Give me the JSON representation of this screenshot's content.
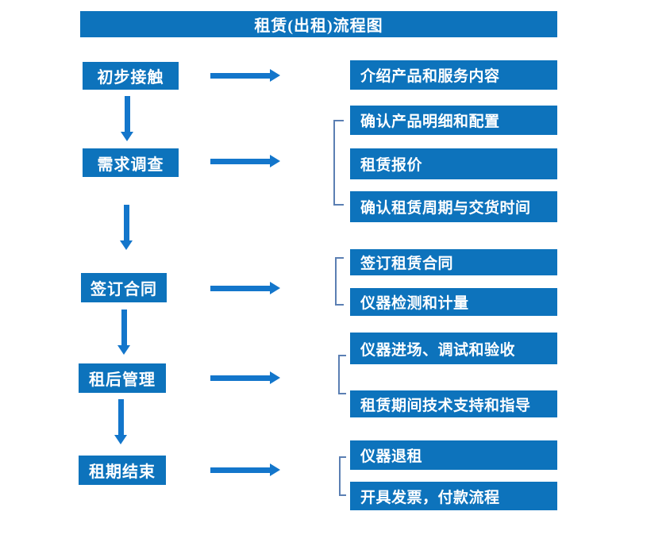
{
  "title": "租赁(出租)流程图",
  "colors": {
    "box_blue": "#0d73bc",
    "arrow_blue": "#1376cb",
    "bracket_blue": "#5b7fb3",
    "text_white": "#ffffff",
    "background": "#ffffff"
  },
  "left_steps": [
    {
      "label": "初步接触"
    },
    {
      "label": "需求调查"
    },
    {
      "label": "签订合同"
    },
    {
      "label": "租后管理"
    },
    {
      "label": "租期结束"
    }
  ],
  "right_groups": [
    {
      "step": "初步接触",
      "items": [
        "介绍产品和服务内容"
      ]
    },
    {
      "step": "需求调查",
      "items": [
        "确认产品明细和配置",
        "租赁报价",
        "确认租赁周期与交货时间"
      ]
    },
    {
      "step": "签订合同",
      "items": [
        "签订租赁合同",
        "仪器检测和计量"
      ]
    },
    {
      "step": "租后管理",
      "items": [
        "仪器进场、调试和验收",
        "租赁期间技术支持和指导"
      ]
    },
    {
      "step": "租期结束",
      "items": [
        "仪器退租",
        "开具发票，付款流程"
      ]
    }
  ]
}
